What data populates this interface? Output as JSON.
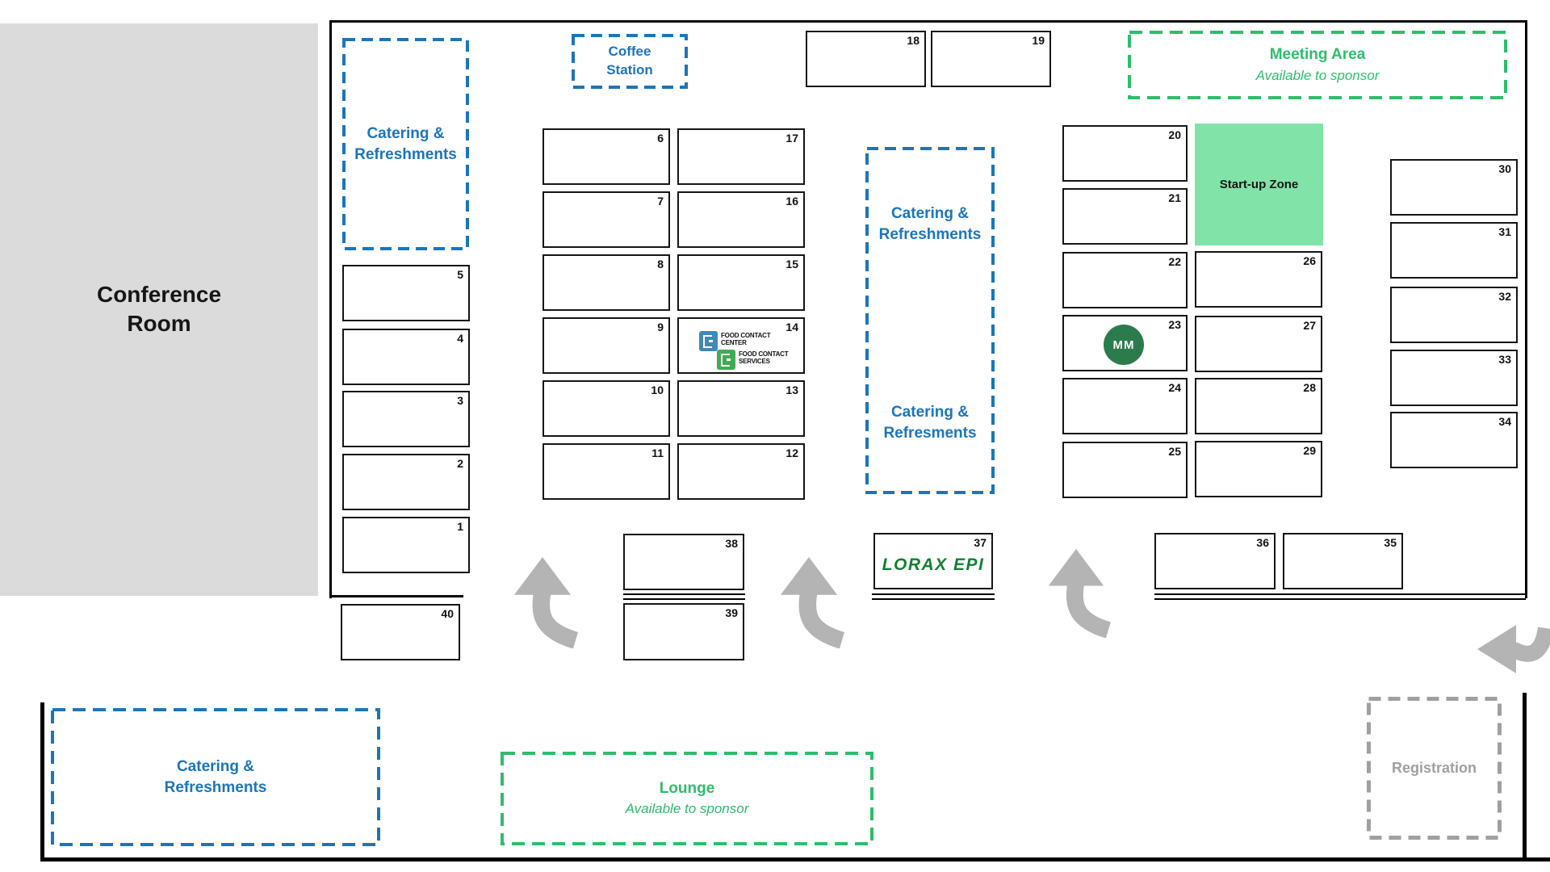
{
  "conference_room": {
    "line1": "Conference",
    "line2": "Room",
    "bg": "#dbdbdb"
  },
  "zones": {
    "catering_top_left": {
      "line1": "Catering &",
      "line2": "Refreshments",
      "color": "#1b75bb"
    },
    "coffee_station": {
      "line1": "Coffee",
      "line2": "Station",
      "color": "#1b75bb"
    },
    "meeting_area": {
      "title": "Meeting Area",
      "subtitle": "Available to sponsor",
      "color": "#2dbe6c"
    },
    "catering_middle": {
      "top_line1": "Catering &",
      "top_line2": "Refreshments",
      "bottom_line1": "Catering &",
      "bottom_line2": "Refresments",
      "color": "#1b75bb"
    },
    "startup_zone": {
      "label": "Start-up Zone",
      "bg": "#82e3a8"
    },
    "catering_bottom_left": {
      "line1": "Catering &",
      "line2": "Refreshments",
      "color": "#1b75bb"
    },
    "lounge": {
      "title": "Lounge",
      "subtitle": "Available to sponsor",
      "color": "#2dbe6c"
    },
    "registration": {
      "label": "Registration",
      "color": "#a0a0a0"
    }
  },
  "booths": {
    "b1": "1",
    "b2": "2",
    "b3": "3",
    "b4": "4",
    "b5": "5",
    "b6": "6",
    "b7": "7",
    "b8": "8",
    "b9": "9",
    "b10": "10",
    "b11": "11",
    "b12": "12",
    "b13": "13",
    "b14": "14",
    "b15": "15",
    "b16": "16",
    "b17": "17",
    "b18": "18",
    "b19": "19",
    "b20": "20",
    "b21": "21",
    "b22": "22",
    "b23": "23",
    "b24": "24",
    "b25": "25",
    "b26": "26",
    "b27": "27",
    "b28": "28",
    "b29": "29",
    "b30": "30",
    "b31": "31",
    "b32": "32",
    "b33": "33",
    "b34": "34",
    "b35": "35",
    "b36": "36",
    "b37": "37",
    "b38": "38",
    "b39": "39",
    "b40": "40"
  },
  "logos": {
    "food_contact_center": {
      "line1": "FOOD CONTACT",
      "line2": "CENTER",
      "icon_color": "#4089b8"
    },
    "food_contact_services": {
      "line1": "FOOD CONTACT",
      "line2": "SERVICES",
      "icon_color": "#41ab53"
    },
    "mm": {
      "text": "MM",
      "bg": "#2b7b4d"
    },
    "lorax": {
      "text": "LORAX EPI",
      "color": "#157f33"
    }
  },
  "icons": {
    "arrow_color": "#b4b4b4"
  }
}
